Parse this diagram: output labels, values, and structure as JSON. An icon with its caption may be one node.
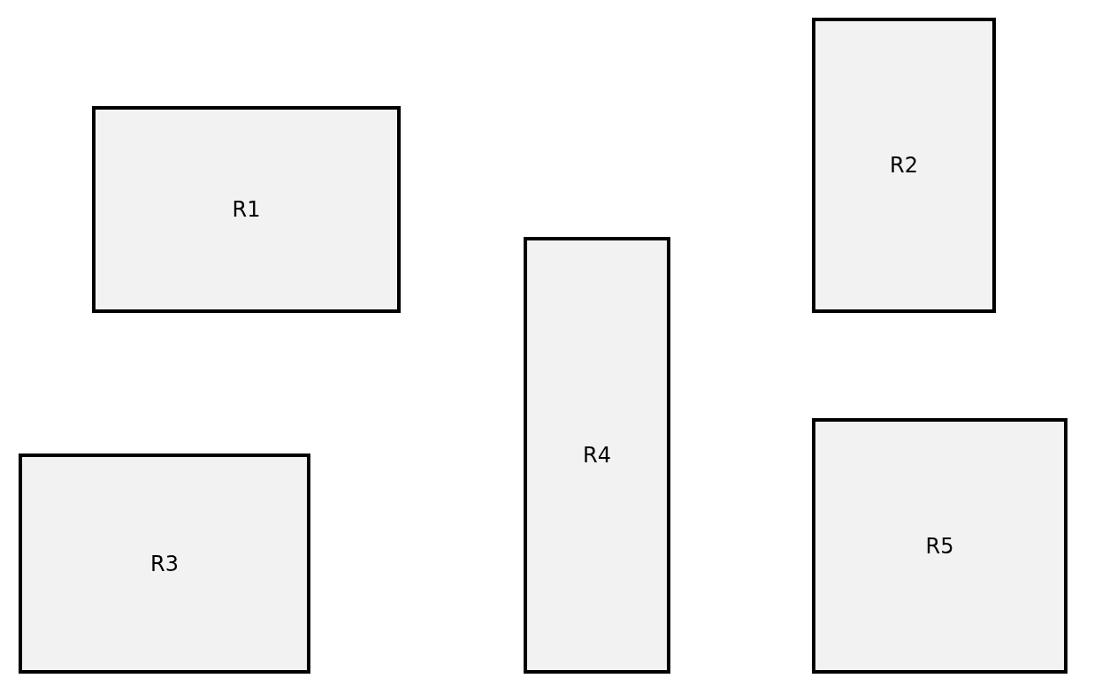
{
  "diagram": {
    "nodes": [
      {
        "text": [
          "R1"
        ]
      },
      {
        "text": [
          "R2"
        ]
      },
      {
        "text": [
          "R3"
        ]
      },
      {
        "text": [
          "R4"
        ]
      },
      {
        "text": [
          "R5"
        ]
      }
    ]
  }
}
